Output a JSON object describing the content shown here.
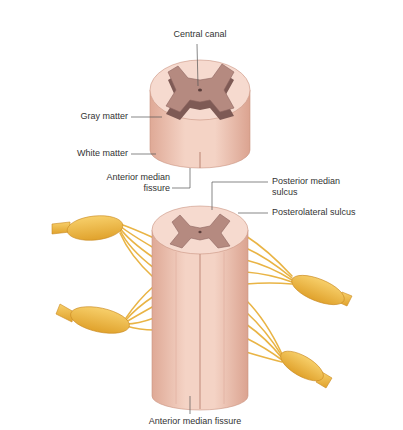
{
  "diagram": {
    "labels": [
      "Central canal",
      "Gray matter",
      "White matter",
      "Anterior median fissure",
      "Posterior median sulcus",
      "Posterolateral sulcus",
      "Anterior median fissure"
    ]
  }
}
